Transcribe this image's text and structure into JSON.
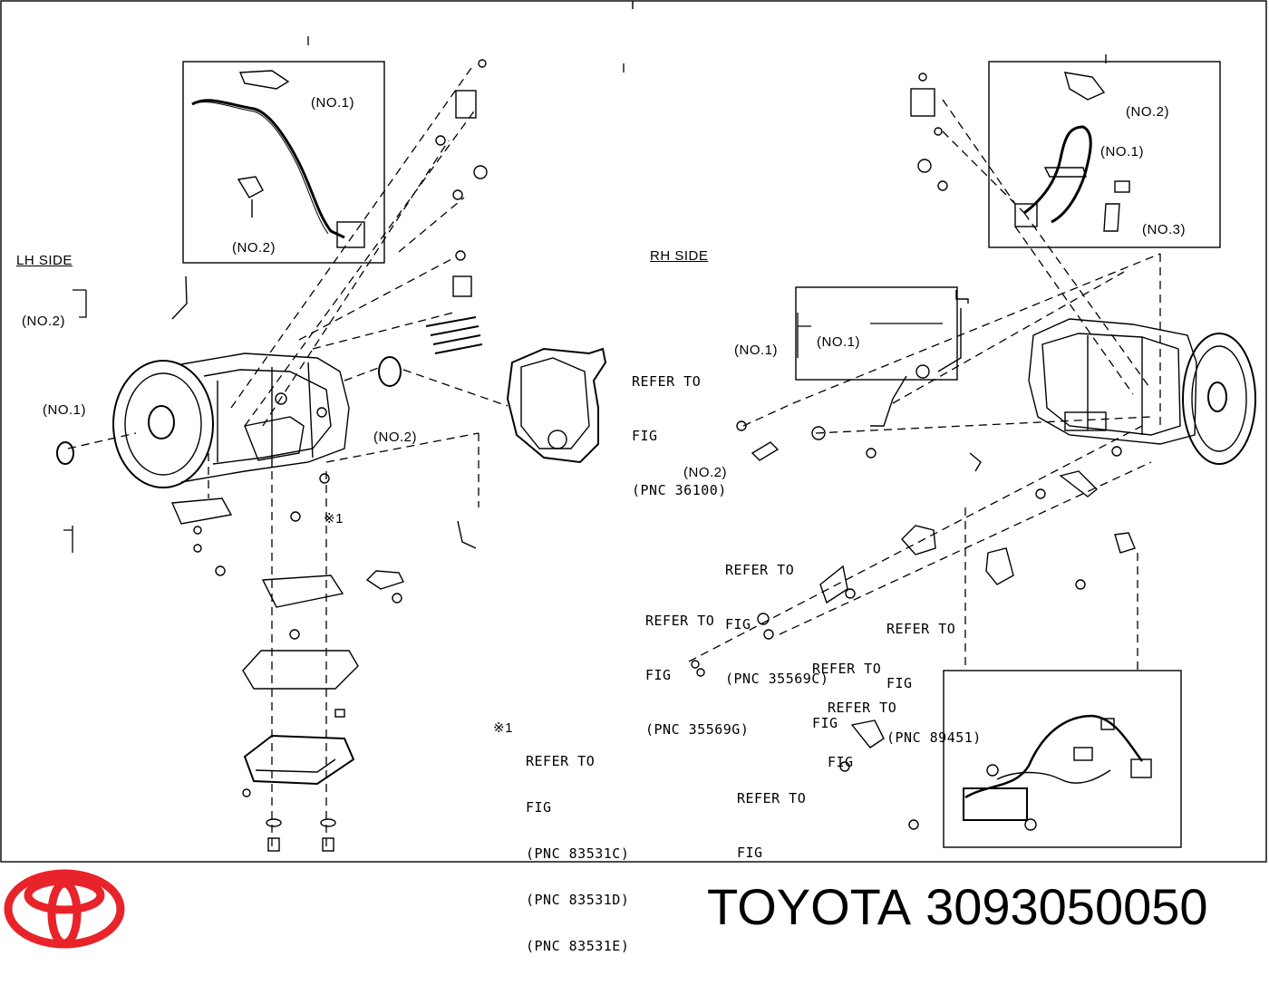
{
  "footer": {
    "brand": "TOYOTA",
    "part_number": "3093050050"
  },
  "labels": {
    "lh_side": "LH SIDE",
    "rh_side": "RH SIDE",
    "lh_box_no1": "(NO.1)",
    "lh_box_no2": "(NO.2)",
    "lh_no2": "(NO.2)",
    "lh_no1": "(NO.1)",
    "lh_seal_no2": "(NO.2)",
    "rh_box_no2": "(NO.2)",
    "rh_box_no1": "(NO.1)",
    "rh_box_no3": "(NO.3)",
    "rh_no1_outer": "(NO.1)",
    "rh_no1_inner": "(NO.1)",
    "rh_no2": "(NO.2)",
    "note_mark": "※1",
    "note_mark2": "※1"
  },
  "refs": {
    "transfer": [
      "REFER TO",
      "FIG",
      "(PNC 36100)"
    ],
    "pnc35569c": [
      "REFER TO",
      "FIG",
      "(PNC 35569C)"
    ],
    "pnc35569g": [
      "REFER TO",
      "FIG",
      "(PNC 35569G)"
    ],
    "pnc89451": [
      "REFER TO",
      "FIG",
      "(PNC 89451)"
    ],
    "fig_a": [
      "REFER TO",
      "FIG"
    ],
    "fig_b": [
      "REFER TO",
      "FIG"
    ],
    "fig_c": [
      "REFER TO",
      "FIG"
    ],
    "pnc83531": [
      "REFER TO",
      "FIG",
      "(PNC 83531C)",
      "(PNC 83531D)",
      "(PNC 83531E)"
    ]
  },
  "colors": {
    "logo": "#e8232a",
    "ink": "#000000"
  }
}
